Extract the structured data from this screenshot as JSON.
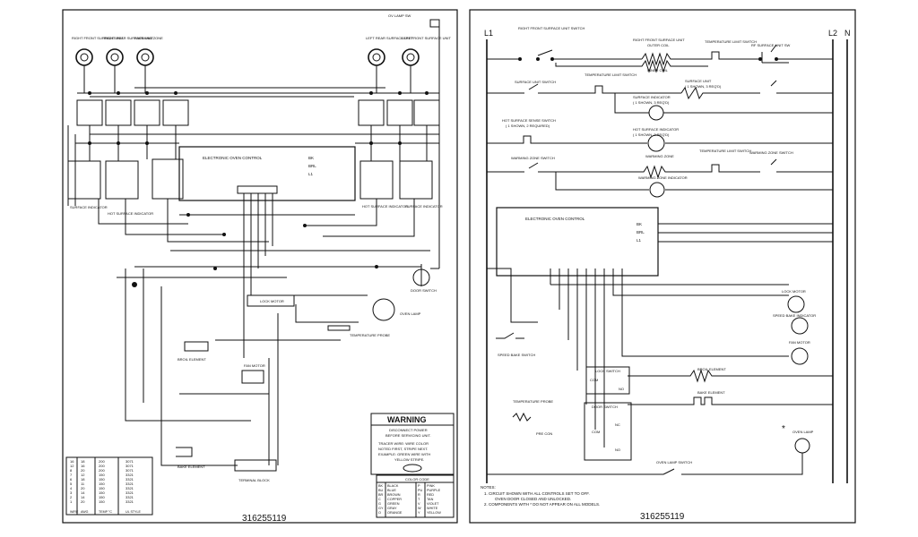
{
  "left": {
    "labels": {
      "rf": "RIGHT FRONT SURFACE UNIT",
      "rr": "RIGHT REAR SURFACE UNIT",
      "warm": "WARMING ZONE",
      "lr": "LEFT REAR SURFACE UNIT",
      "lf": "LEFT FRONT SURFACE UNIT",
      "ovenlampsw": "OV LAMP SW",
      "eoc": "ELECTRONIC OVEN CONTROL",
      "bk": "BK",
      "brl": "BRL",
      "l1": "L1",
      "surfind": "SURFACE INDICATOR",
      "hotsurf": "HOT SURFACE INDICATOR",
      "hotsurf2": "HOT SURFACE INDICATOR",
      "surfind2": "SURFACE INDICATOR",
      "lockmotor": "LOCK MOTOR",
      "doorsw": "DOOR SWITCH",
      "ovlamp": "OVEN LAMP",
      "tempprobe": "TEMPERATURE PROBE",
      "broil": "BROIL ELEMENT",
      "fan": "FAN MOTOR",
      "bake": "BAKE ELEMENT",
      "terminal": "TERMINAL BLOCK"
    },
    "warning": {
      "title": "WARNING",
      "l1": "DISCONNECT POWER",
      "l2": "BEFORE SERVICING UNIT.",
      "l3": "TRACER WIRE: WIRE COLOR",
      "l4": "NOTED FIRST, STRIPE NEXT.",
      "l5": "EXAMPLE:   GREEN WIRE WITH",
      "l6": "YELLOW STRIPE."
    },
    "wire_table": {
      "rows": [
        [
          "16",
          "18",
          "200",
          "3071"
        ],
        [
          "12",
          "16",
          "200",
          "3071"
        ],
        [
          "8",
          "20",
          "200",
          "3071"
        ],
        [
          "7",
          "12",
          "150",
          "3321"
        ],
        [
          "6",
          "18",
          "150",
          "3321"
        ],
        [
          "5",
          "11",
          "150",
          "3321"
        ],
        [
          "4",
          "20",
          "150",
          "3321"
        ],
        [
          "3",
          "14",
          "150",
          "3321"
        ],
        [
          "2",
          "14",
          "150",
          "3321"
        ],
        [
          "1",
          "20",
          "150",
          "3321"
        ]
      ],
      "foot": [
        "WIRE",
        "AWG",
        "TEMP °C",
        "UL STYLE"
      ]
    },
    "color_code": {
      "title": "COLOR CODE",
      "rows": [
        [
          "BK",
          "BLACK",
          "P",
          "PINK"
        ],
        [
          "BU",
          "BLUE",
          "PU",
          "PURPLE"
        ],
        [
          "BR",
          "BROWN",
          "R",
          "RED"
        ],
        [
          "C",
          "COPPER",
          "T",
          "TAN"
        ],
        [
          "G",
          "GREEN",
          "V",
          "VIOLET"
        ],
        [
          "GY",
          "GRAY",
          "W",
          "WHITE"
        ],
        [
          "O",
          "ORANGE",
          "Y",
          "YELLOW"
        ]
      ]
    },
    "part_number": "316255119"
  },
  "right": {
    "header": {
      "l1": "L1",
      "l2": "L2",
      "n": "N"
    },
    "labels": {
      "rfsw": "RIGHT FRONT SURFACE UNIT SWITCH",
      "rfunit": "RIGHT FRONT SURFACE UNIT",
      "outer": "OUTER COIL",
      "inner": "INNER COIL",
      "templim": "TEMPERATURE LIMIT SWITCH",
      "rfsw2": "RF SURFACE UNIT SW",
      "sus": "SURFACE UNIT SWITCH",
      "templim2": "TEMPERATURE LIMIT SWITCH",
      "surfunit": "SURFACE UNIT",
      "shown3": "( 1 SHOWN, 3 REQ'D)",
      "surfind": "SURFACE INDICATOR",
      "shown3b": "( 1 SHOWN, 3 REQ'D)",
      "hss": "HOT SURFACE SENSE SWITCH",
      "shown2": "( 1 SHOWN, 2 REQUIRED)",
      "hsi": "HOT SURFACE INDICATOR",
      "shown2b": "( 1 SHOWN, 2 REQ'D)",
      "wzsw": "WARMING ZONE SWITCH",
      "wz": "WARMING ZONE",
      "templim3": "TEMPERATURE LIMIT SWITCH",
      "wzsw2": "WARMING ZONE SWITCH",
      "wzind": "WARMING ZONE INDICATOR",
      "eoc": "ELECTRONIC OVEN CONTROL",
      "bk": "BK",
      "brl": "BRL",
      "l1": "L1",
      "lockmotor": "LOCK MOTOR",
      "speedbakeind": "SPEED BAKE INDICATOR",
      "fanmotor": "FAN MOTOR",
      "speedbakesw": "SPEED BAKE SWITCH",
      "locksw": "LOCK SWITCH",
      "broil": "BROIL ELEMENT",
      "bake": "BAKE ELEMENT",
      "tprobe": "TEMPERATURE PROBE",
      "doorsw": "DOOR SWITCH",
      "precon": "PRE CON",
      "com": "COM",
      "nc": "NC",
      "no": "NO",
      "ovenlamp": "OVEN LAMP",
      "ovenlampsw": "OVEN LAMP SWITCH",
      "star": "*"
    },
    "notes": {
      "title": "NOTES:",
      "n1": "1.  CIRCUIT SHOWN WITH ALL CONTROLS SET TO OFF.",
      "n1b": "OVEN DOOR CLOSED AND UNLOCKED.",
      "n2": "2.  COMPONENTS WITH  *  DO NOT APPEAR ON ALL MODELS."
    },
    "part_number": "316255119"
  }
}
